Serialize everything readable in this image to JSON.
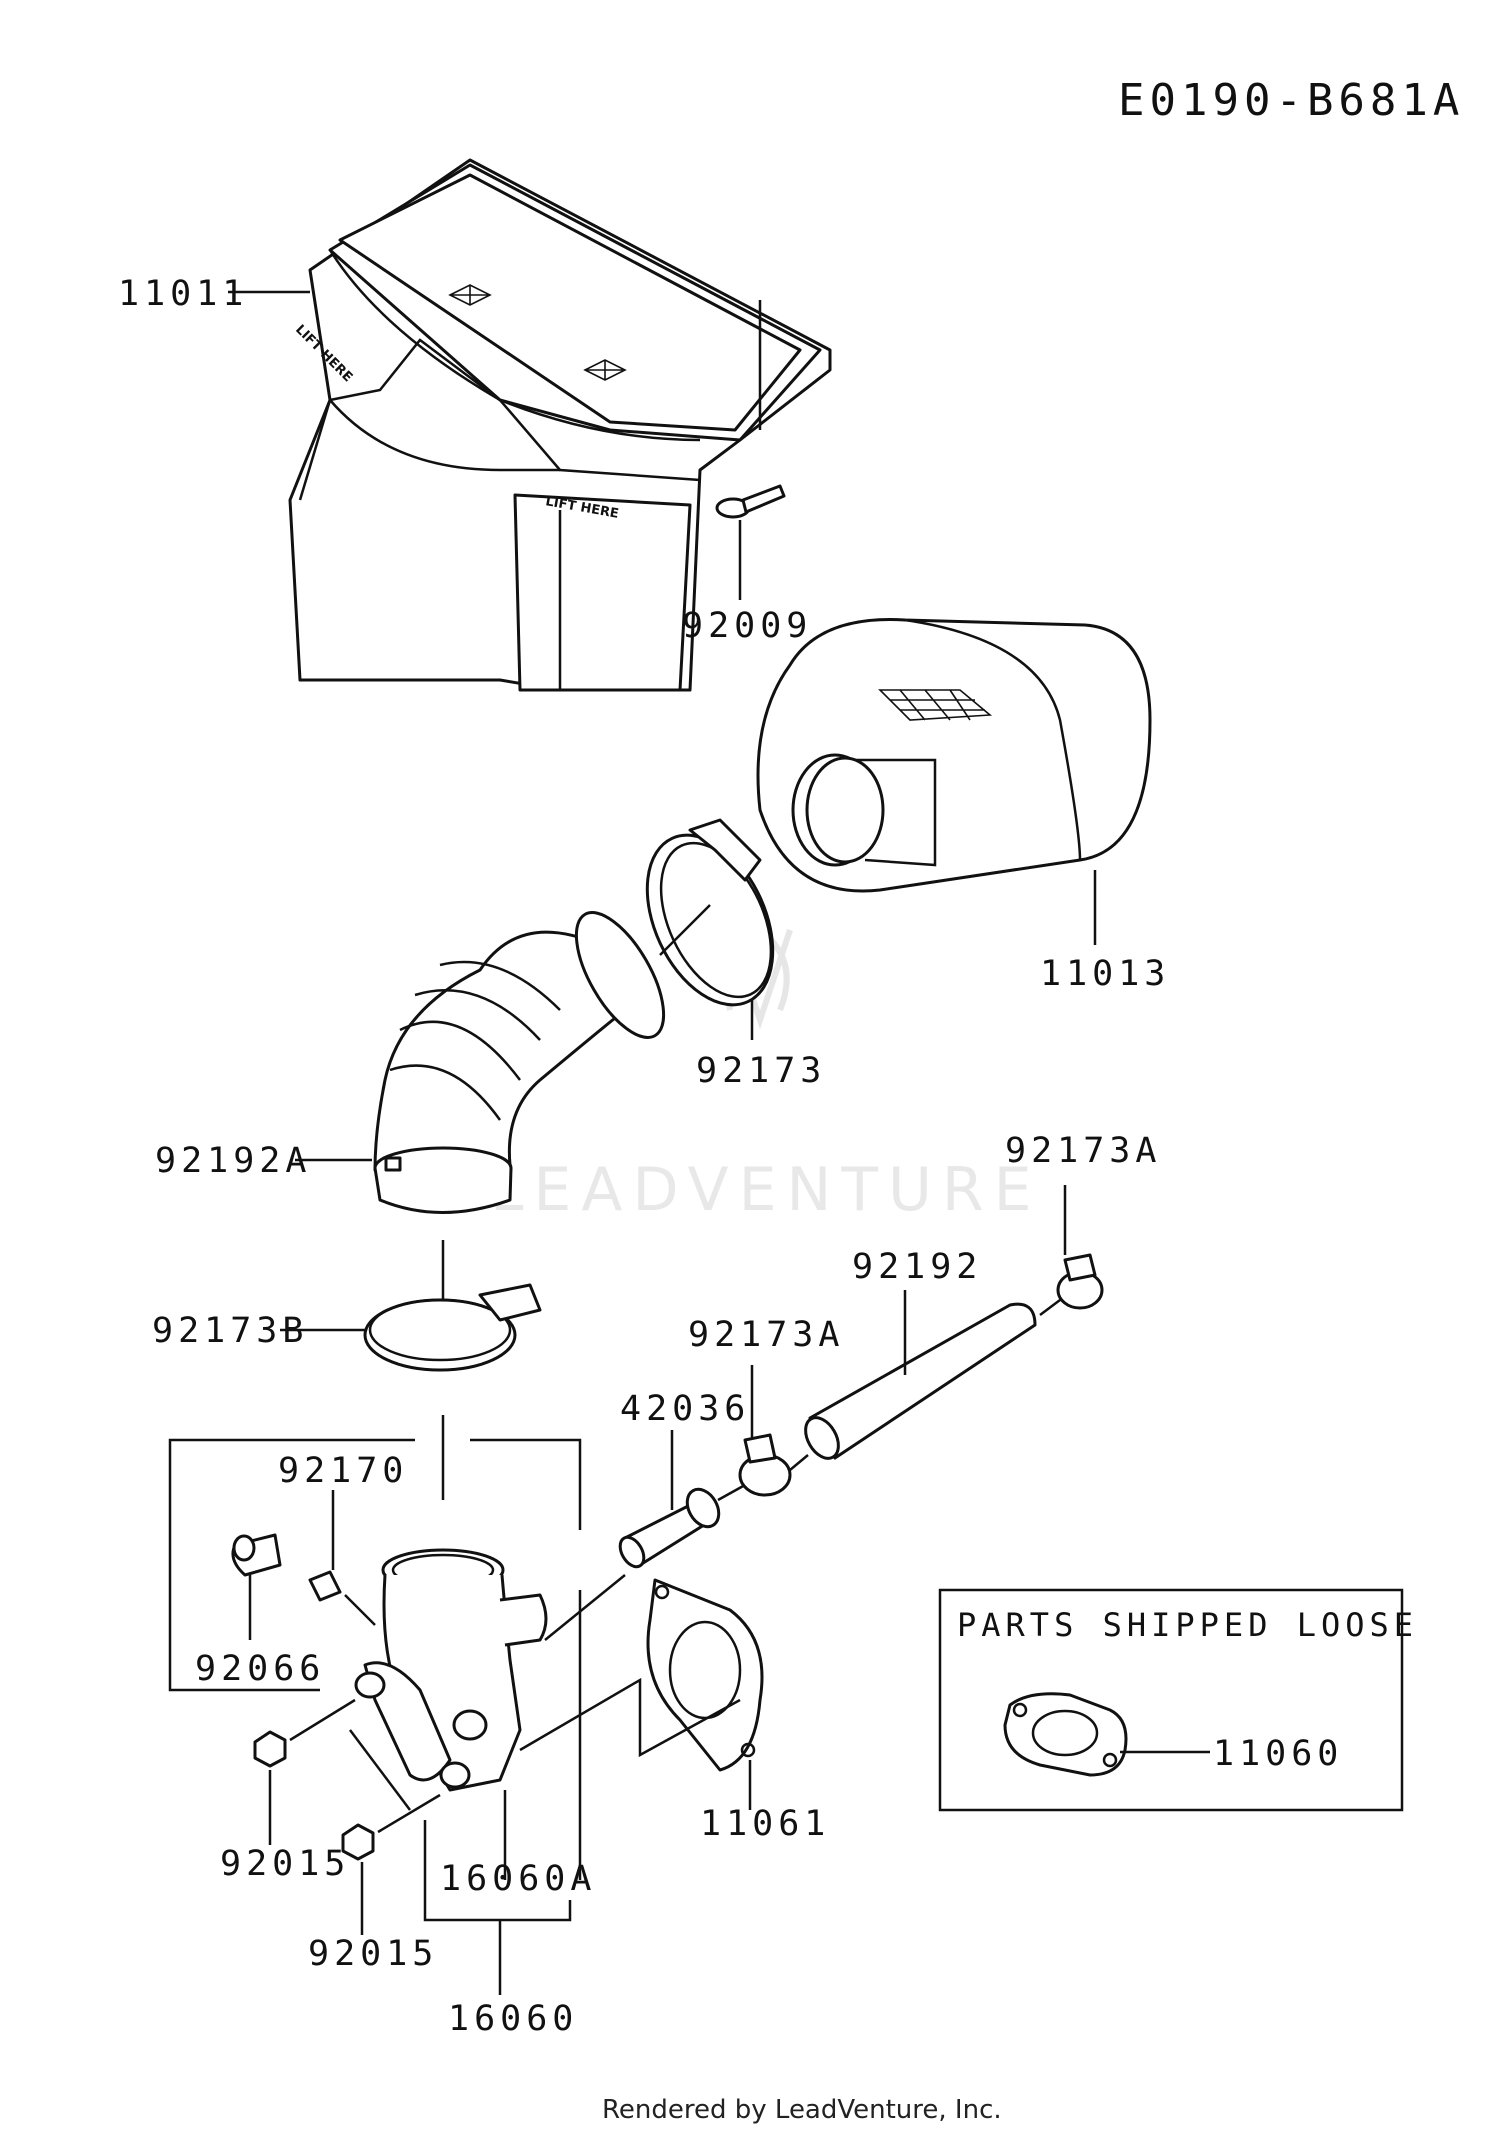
{
  "diagram_code": "E0190-B681A",
  "footer": "Rendered by LeadVenture, Inc.",
  "watermark": "LEADVENTURE",
  "callout_box_title": "PARTS SHIPPED LOOSE",
  "housing_labels": {
    "lift_here_1": "LIFT HERE",
    "lift_here_2": "LIFT HERE"
  },
  "parts": [
    {
      "id": "11011"
    },
    {
      "id": "92009"
    },
    {
      "id": "11013"
    },
    {
      "id": "92173"
    },
    {
      "id": "92192A"
    },
    {
      "id": "92173A"
    },
    {
      "id": "92192"
    },
    {
      "id": "92173B"
    },
    {
      "id": "92173A"
    },
    {
      "id": "42036"
    },
    {
      "id": "92170"
    },
    {
      "id": "92066"
    },
    {
      "id": "11060"
    },
    {
      "id": "11061"
    },
    {
      "id": "92015"
    },
    {
      "id": "16060A"
    },
    {
      "id": "92015"
    },
    {
      "id": "16060"
    }
  ]
}
